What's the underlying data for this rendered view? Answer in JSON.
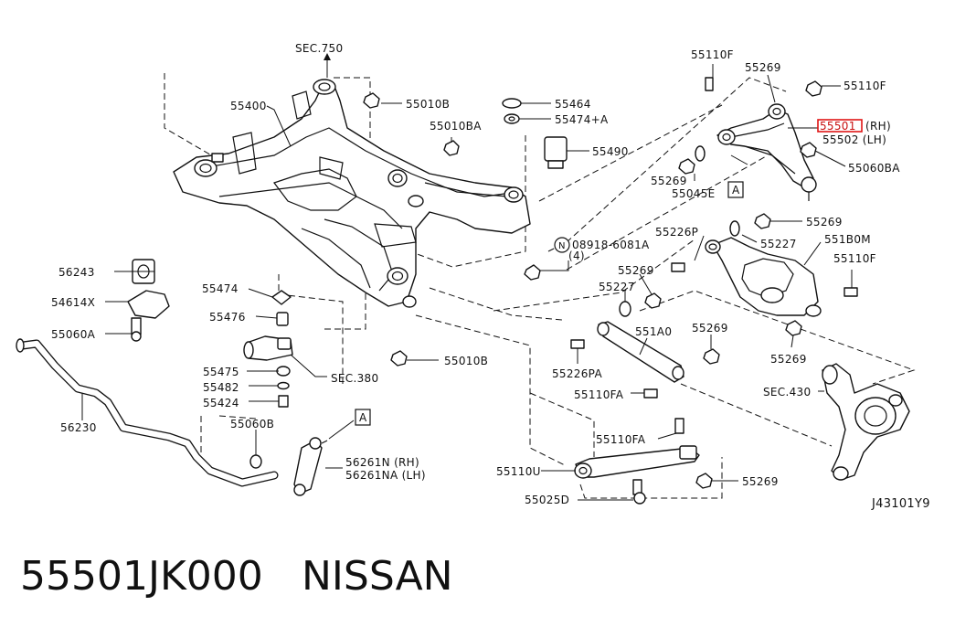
{
  "labels": {
    "sec750": "SEC.750",
    "p55400": "55400",
    "p55010B_top": "55010B",
    "p55010BA": "55010BA",
    "p55464": "55464",
    "p55474A": "55474+A",
    "p55490": "55490",
    "p55110F_top": "55110F",
    "p55269_top": "55269",
    "p55110F_tr": "55110F",
    "p55501": "55501",
    "rh": "(RH)",
    "p55502": "55502 (LH)",
    "p55060BA": "55060BA",
    "p55269_left": "55269",
    "p55045E": "55045E",
    "markerA_right": "A",
    "n_code": "N",
    "p08918": "08918-6081A",
    "qty4": "(4)",
    "p55226P": "55226P",
    "p55269_mid": "55269",
    "p55227_r": "55227",
    "p551B0M": "551B0M",
    "p55110F_r": "55110F",
    "p55269_mr": "55269",
    "p56243": "56243",
    "p54614X": "54614X",
    "p55060A": "55060A",
    "p55474": "55474",
    "p55476": "55476",
    "p55269_c": "55269",
    "p55227_c": "55227",
    "p551A0": "551A0",
    "p55269_c2": "55269",
    "p55269_br": "55269",
    "p55010B_bot": "55010B",
    "sec380": "SEC.380",
    "p55475": "55475",
    "p55482": "55482",
    "p55424": "55424",
    "p55226PA": "55226PA",
    "p55110FA": "55110FA",
    "sec430": "SEC.430",
    "p56230": "56230",
    "p55060B": "55060B",
    "markerA_left": "A",
    "p56261N": "56261N (RH)",
    "p56261NA": "56261NA (LH)",
    "p55110FA_b": "55110FA",
    "p55110U": "55110U",
    "p55269_bot": "55269",
    "p55025D": "55025D",
    "diagram_code": "J43101Y9"
  },
  "footer": {
    "part_number": "55501JK000",
    "brand": "NISSAN"
  },
  "highlight_color": "#e01515"
}
